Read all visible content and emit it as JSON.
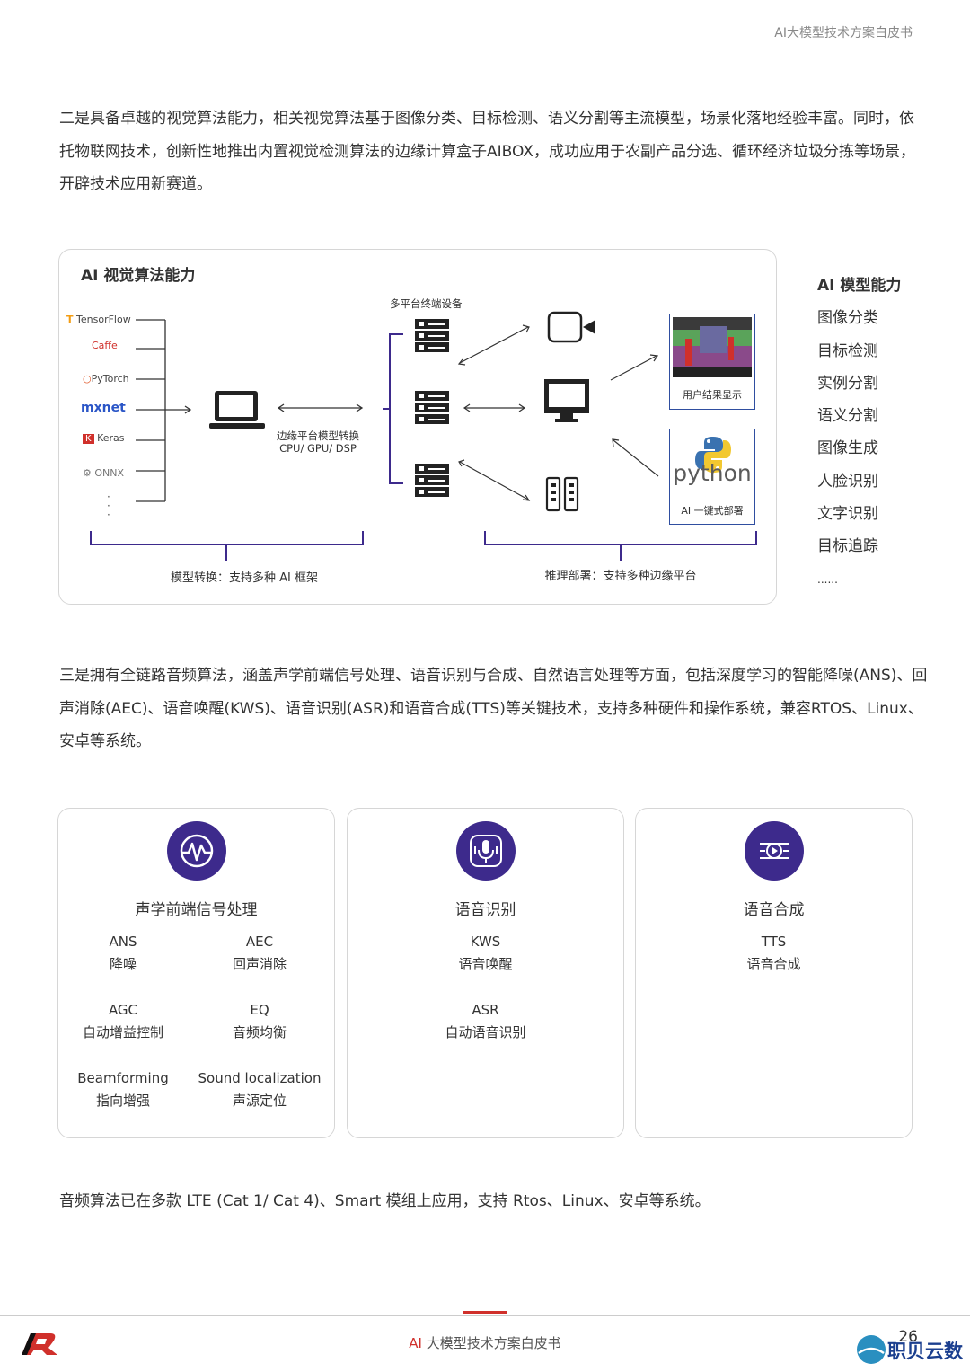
{
  "header": {
    "title": "AI大模型技术方案白皮书"
  },
  "paragraphs": {
    "vision": "二是具备卓越的视觉算法能力，相关视觉算法基于图像分类、目标检测、语义分割等主流模型，场景化落地经验丰富。同时，依托物联网技术，创新性地推出内置视觉检测算法的边缘计算盒子AIBOX，成功应用于农副产品分选、循环经济垃圾分拣等场景，开辟技术应用新赛道。",
    "audio": "三是拥有全链路音频算法，涵盖声学前端信号处理、语音识别与合成、自然语言处理等方面，包括深度学习的智能降噪(ANS)、回声消除(AEC)、语音唤醒(KWS)、语音识别(ASR)和语音合成(TTS)等关键技术，支持多种硬件和操作系统，兼容RTOS、Linux、安卓等系统。",
    "apply": "音频算法已在多款 LTE (Cat 1/ Cat 4)、Smart 模组上应用，支持 Rtos、Linux、安卓等系统。"
  },
  "diagram": {
    "title": "AI 视觉算法能力",
    "frameworks": [
      "TensorFlow",
      "Caffe",
      "PyTorch",
      "mxnet",
      "Keras",
      "ONNX"
    ],
    "ellipsis": "·\n·\n·",
    "edge_label_1": "边缘平台模型转换",
    "edge_label_2": "CPU/ GPU/ DSP",
    "devices_label": "多平台终端设备",
    "result_label": "用户结果显示",
    "python_word": "python",
    "deploy_label": "AI 一键式部署",
    "bottom_left": "模型转换：支持多种 AI 框架",
    "bottom_right": "推理部署：支持多种边缘平台"
  },
  "capabilities": {
    "title": "AI 模型能力",
    "items": [
      "图像分类",
      "目标检测",
      "实例分割",
      "语义分割",
      "图像生成",
      "人脸识别",
      "文字识别",
      "目标追踪",
      "......"
    ]
  },
  "cards": [
    {
      "title": "声学前端信号处理",
      "items": [
        {
          "en": "ANS",
          "zh": "降噪"
        },
        {
          "en": "AEC",
          "zh": "回声消除"
        },
        {
          "en": "AGC",
          "zh": "自动增益控制"
        },
        {
          "en": "EQ",
          "zh": "音频均衡"
        },
        {
          "en": "Beamforming",
          "zh": "指向增强"
        },
        {
          "en": "Sound localization",
          "zh": "声源定位"
        }
      ]
    },
    {
      "title": "语音识别",
      "items": [
        {
          "en": "KWS",
          "zh": "语音唤醒"
        },
        {
          "en": "ASR",
          "zh": "自动语音识别"
        }
      ]
    },
    {
      "title": "语音合成",
      "items": [
        {
          "en": "TTS",
          "zh": "语音合成"
        }
      ]
    }
  ],
  "footer": {
    "title_ai": "AI",
    "title_rest": " 大模型技术方案白皮书",
    "page": "26",
    "watermark": "职贝云数"
  },
  "colors": {
    "accent": "#d0302b",
    "purple": "#3d2a8c"
  }
}
